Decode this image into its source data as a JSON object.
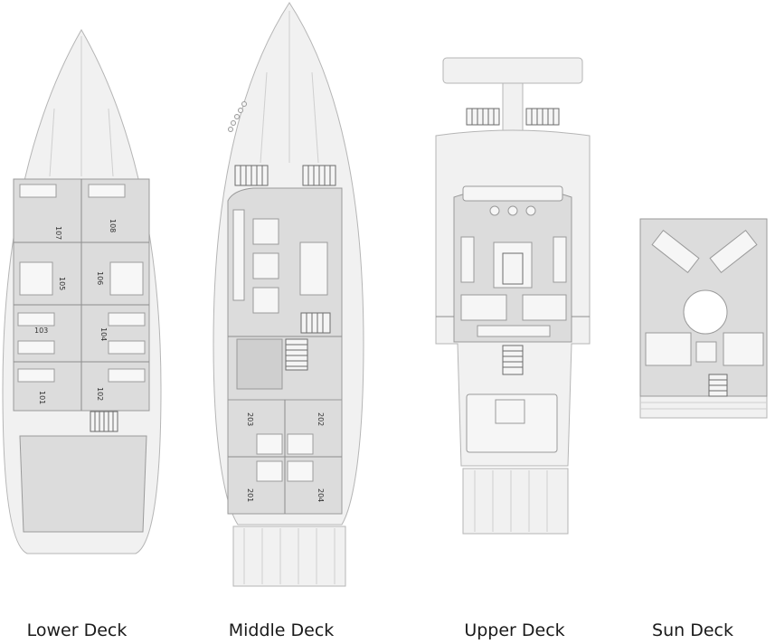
{
  "decks": [
    {
      "id": "lower",
      "label": "Lower Deck",
      "cabins": [
        "107",
        "108",
        "105",
        "106",
        "103",
        "104",
        "101",
        "102"
      ]
    },
    {
      "id": "middle",
      "label": "Middle Deck",
      "cabins": [
        "203",
        "202",
        "201",
        "204"
      ]
    },
    {
      "id": "upper",
      "label": "Upper Deck",
      "cabins": []
    },
    {
      "id": "sun",
      "label": "Sun Deck",
      "cabins": []
    }
  ]
}
